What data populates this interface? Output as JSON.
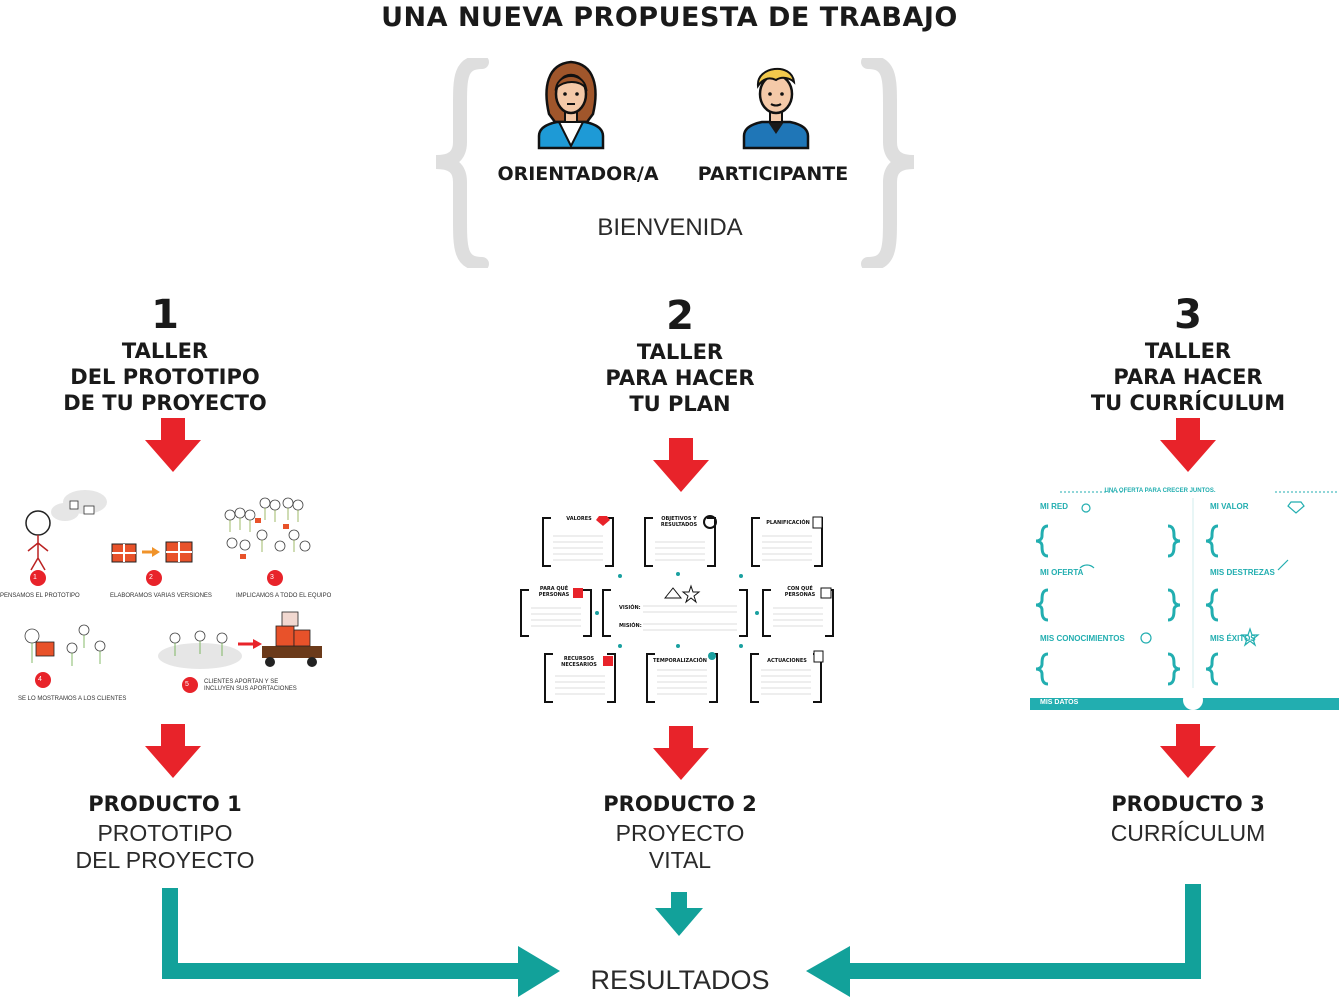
{
  "title": "UNA NUEVA PROPUESTA DE TRABAJO",
  "roles": {
    "orientador": "ORIENTADOR/A",
    "participante": "PARTICIPANTE"
  },
  "bienvenida": "BIENVENIDA",
  "colors": {
    "red_arrow": "#e8232a",
    "teal_arrow": "#12a19a",
    "bracket": "#dedede",
    "cv_teal": "#22aeb0"
  },
  "workshops": [
    {
      "number": "1",
      "title": [
        "TALLER",
        "DEL PROTOTIPO",
        "DE TU PROYECTO"
      ],
      "product_title": "PRODUCTO 1",
      "product_subtitle": [
        "PROTOTIPO",
        "DEL PROYECTO"
      ]
    },
    {
      "number": "2",
      "title": [
        "TALLER",
        "PARA HACER",
        "TU PLAN"
      ],
      "product_title": "PRODUCTO 2",
      "product_subtitle": [
        "PROYECTO",
        "VITAL"
      ]
    },
    {
      "number": "3",
      "title": [
        "TALLER",
        "PARA HACER",
        "TU CURRÍCULUM"
      ],
      "product_title": "PRODUCTO 3",
      "product_subtitle": [
        "CURRÍCULUM"
      ]
    }
  ],
  "prototype_steps": [
    {
      "n": "1",
      "caption": "PENSAMOS EL PROTOTIPO"
    },
    {
      "n": "2",
      "caption": "ELABORAMOS VARIAS VERSIONES"
    },
    {
      "n": "3",
      "caption": "IMPLICAMOS A TODO EL EQUIPO"
    },
    {
      "n": "4",
      "caption": "SE LO MOSTRAMOS A LOS CLIENTES"
    },
    {
      "n": "5",
      "caption": "CLIENTES APORTAN Y SE INCLUYEN SUS APORTACIONES"
    }
  ],
  "plan_boxes": {
    "valores": "VALORES",
    "objetivos": "OBJETIVOS Y RESULTADOS",
    "planificacion": "PLANIFICACIÓN",
    "para_que": "PARA QUÉ PERSONAS",
    "vision": "VISIÓN:",
    "mision": "MISIÓN:",
    "con_que": "CON QUÉ PERSONAS",
    "recursos": "RECURSOS NECESARIOS",
    "temporalizacion": "TEMPORALIZACIÓN",
    "actuaciones": "ACTUACIONES"
  },
  "cv": {
    "header": "UNA OFERTA PARA CRECER JUNTOS.",
    "sections": [
      "MI RED",
      "MI VALOR",
      "MI OFERTA",
      "MIS DESTREZAS",
      "MIS CONOCIMIENTOS",
      "MIS ÉXITOS"
    ],
    "footer": "MIS DATOS"
  },
  "resultados": "RESULTADOS"
}
